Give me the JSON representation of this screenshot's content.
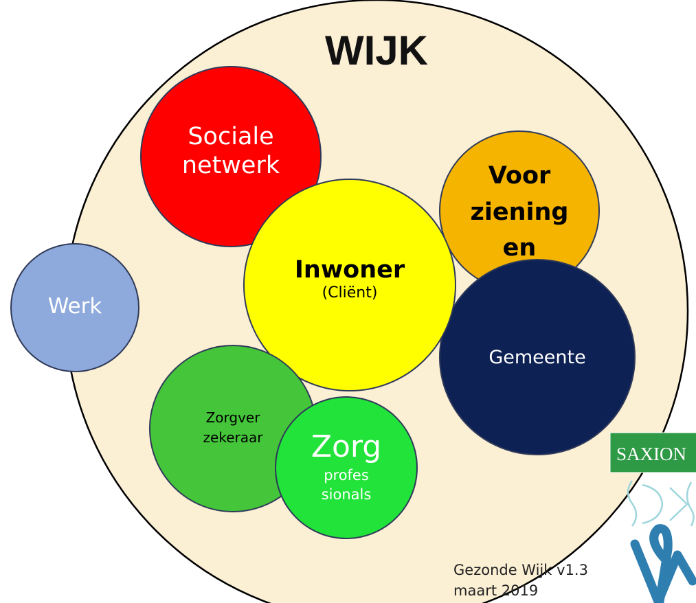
{
  "title": "WIJK",
  "circles": {
    "sociale": {
      "line1": "Sociale",
      "line2": "netwerk",
      "color": "#ff0000",
      "text_color": "#ffffff"
    },
    "voorzieningen": {
      "line1": "Voor",
      "line2": "ziening",
      "line3": "en",
      "color": "#f5b400",
      "text_color": "#000000"
    },
    "inwoner": {
      "line1": "Inwoner",
      "line2": "(Cliënt)",
      "color": "#ffff00",
      "text_color": "#000000"
    },
    "werk": {
      "label": "Werk",
      "color": "#8ea9db",
      "text_color": "#ffffff"
    },
    "gemeente": {
      "label": "Gemeente",
      "color": "#0d2154",
      "text_color": "#ffffff"
    },
    "zorgverzekeraar": {
      "line1": "Zorgver",
      "line2": "zekeraar",
      "color": "#44c53a",
      "text_color": "#000000"
    },
    "zorg": {
      "line1": "Zorg",
      "line2": "profes",
      "line3": "sionals",
      "color": "#22e33a",
      "text_color": "#ffffff"
    }
  },
  "outer_color": "#fbefd4",
  "footer": {
    "line1": "Gezonde Wijk v1.3",
    "line2": "maart 2019"
  },
  "logos": {
    "saxion": "SAXION",
    "saxion_color": "#2e9a45",
    "wave_color": "#9fd6dc",
    "w_color": "#2e7fb0"
  }
}
